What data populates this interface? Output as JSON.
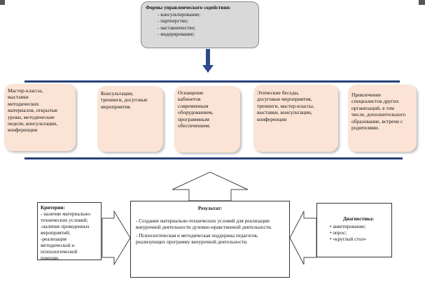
{
  "top": {
    "title": "Формы управленческого содействия:",
    "items": [
      "- консультирование;",
      "- партнерство;",
      "- наставничество;",
      "- модерирование;"
    ]
  },
  "cards": [
    {
      "lines": [
        "Мастер-классы,",
        "выставки",
        "методических",
        "материалов, открытые",
        "уроки, методические",
        "недели, консультации,",
        "конференции"
      ]
    },
    {
      "lines": [
        "Консультации,",
        "тренинги, досуговые",
        "мероприятия."
      ]
    },
    {
      "lines": [
        "Оснащение",
        "кабинетов",
        "современным",
        "оборудованием,",
        "программным",
        "обеспечением."
      ]
    },
    {
      "lines": [
        "Этические беседы,",
        "досуговые мероприятия,",
        "тренинги, мастер-классы,",
        "выставки, консультации,",
        "конференции"
      ]
    },
    {
      "lines": [
        "Привлечение",
        "специалистов других",
        "организаций, в том",
        "числе, дополнительного",
        "образование, встречи с",
        "родителями."
      ]
    }
  ],
  "result": {
    "title": "Результат:",
    "p1": "- Создание материально-технических условий для реализации внеурочной деятельности духовно-нравственной деятельности.",
    "p2": "- Психологическая и методическая поддержка педагогов, реализующих программу внеурочной деятельности."
  },
  "criteria": {
    "title": "Критерии:",
    "lines": [
      "- наличие материально-",
      "технических условий;",
      "-наличие проведенных",
      "мероприятий;",
      "-реализация",
      "методической и",
      "психологической",
      "помощи."
    ]
  },
  "diagnostics": {
    "title": "Диагностика:",
    "items": [
      "• анкетирование;",
      "• опрос;",
      "• «круглый стол»"
    ]
  },
  "colors": {
    "top_box": "#d9d9d9",
    "card_fill": "#fbe4d5",
    "line_blue": "#27407a",
    "arrow_blue": "#2d4a8a"
  }
}
